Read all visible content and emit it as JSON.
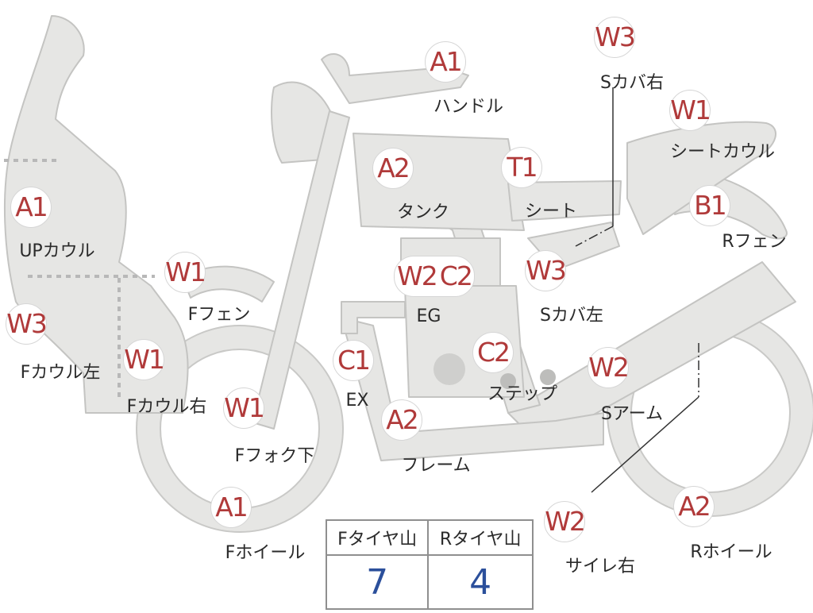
{
  "parts": [
    {
      "id": "upcowl",
      "code": "A1",
      "label": "UPカウル"
    },
    {
      "id": "fcowl-left",
      "code": "W3",
      "label": "Fカウル左"
    },
    {
      "id": "fcowl-right",
      "code": "W1",
      "label": "Fカウル右"
    },
    {
      "id": "ffender",
      "code": "W1",
      "label": "Fフェン"
    },
    {
      "id": "ffork-lower",
      "code": "W1",
      "label": "Fフォク下"
    },
    {
      "id": "fwheel",
      "code": "A1",
      "label": "Fホイール"
    },
    {
      "id": "handle",
      "code": "A1",
      "label": "ハンドル"
    },
    {
      "id": "tank",
      "code": "A2",
      "label": "タンク"
    },
    {
      "id": "seat",
      "code": "T1",
      "label": "シート"
    },
    {
      "id": "scover-right",
      "code": "W3",
      "label": "Sカバ右"
    },
    {
      "id": "seatcowl",
      "code": "W1",
      "label": "シートカウル"
    },
    {
      "id": "rfender",
      "code": "B1",
      "label": "Rフェン"
    },
    {
      "id": "engine",
      "code": "W2C2",
      "label": "EG"
    },
    {
      "id": "scover-left",
      "code": "W3",
      "label": "Sカバ左"
    },
    {
      "id": "exhaust",
      "code": "C1",
      "label": "EX"
    },
    {
      "id": "step",
      "code": "C2",
      "label": "ステップ"
    },
    {
      "id": "frame",
      "code": "A2",
      "label": "フレーム"
    },
    {
      "id": "swingarm",
      "code": "W2",
      "label": "Sアーム"
    },
    {
      "id": "silencer-right",
      "code": "W2",
      "label": "サイレ右"
    },
    {
      "id": "rwheel",
      "code": "A2",
      "label": "Rホイール"
    }
  ],
  "tire_table": {
    "headers": [
      "Fタイヤ山",
      "Rタイヤ山"
    ],
    "values": [
      "7",
      "4"
    ]
  },
  "colors": {
    "body": "#e6e6e4",
    "outline": "#c4c4c2",
    "code": "#b03a3a",
    "value": "#2b4f9b"
  }
}
